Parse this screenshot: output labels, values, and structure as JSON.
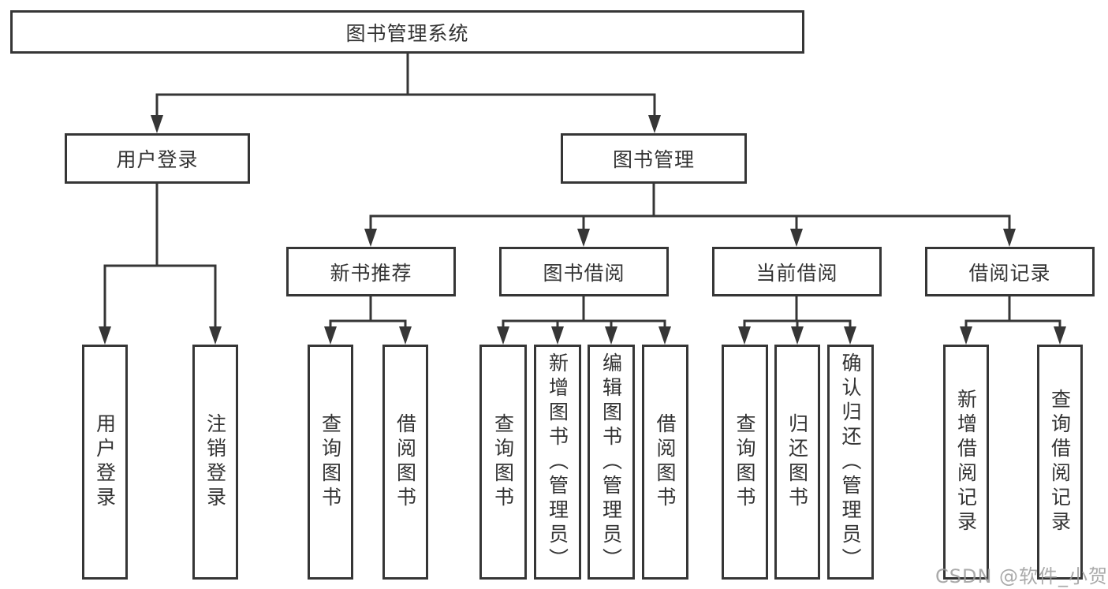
{
  "diagram": {
    "type": "hierarchy",
    "line_color": "#363636",
    "text_color": "#333333",
    "box_fill": "#ffffff",
    "background": "#ffffff"
  },
  "tree": {
    "root": {
      "label": "图书管理系统",
      "children": [
        {
          "label": "用户登录",
          "children": [
            {
              "label": "用户登录"
            },
            {
              "label": "注销登录"
            }
          ]
        },
        {
          "label": "图书管理",
          "children": [
            {
              "label": "新书推荐",
              "children": [
                {
                  "label": "查询图书"
                },
                {
                  "label": "借阅图书"
                }
              ]
            },
            {
              "label": "图书借阅",
              "children": [
                {
                  "label": "查询图书"
                },
                {
                  "label": "新增图书（管理员）"
                },
                {
                  "label": "编辑图书（管理员）"
                },
                {
                  "label": "借阅图书"
                }
              ]
            },
            {
              "label": "当前借阅",
              "children": [
                {
                  "label": "查询图书"
                },
                {
                  "label": "归还图书"
                },
                {
                  "label": "确认归还（管理员）"
                }
              ]
            },
            {
              "label": "借阅记录",
              "children": [
                {
                  "label": "新增借阅记录"
                },
                {
                  "label": "查询借阅记录"
                }
              ]
            }
          ]
        }
      ]
    }
  },
  "watermark": {
    "text": "CSDN @软件_小贺同学",
    "color": "#9b9b9b"
  }
}
